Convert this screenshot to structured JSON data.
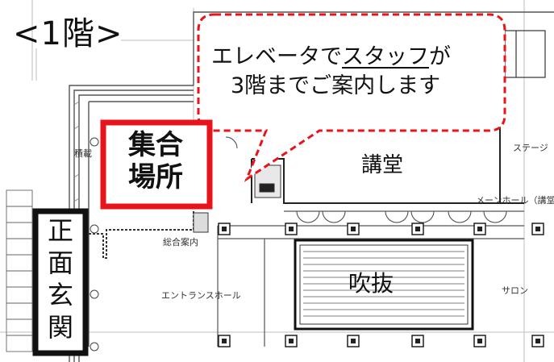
{
  "floor_title": "<1階>",
  "callout": {
    "line1_prefix": "エレベータで",
    "line1_underlined": "スタッフ",
    "line1_suffix": "が",
    "line2": "3階までご案内します"
  },
  "assembly_point": {
    "line1": "集合",
    "line2": "場所"
  },
  "main_entrance": [
    "正",
    "面",
    "玄",
    "関"
  ],
  "rooms": {
    "lecture_hall": "講堂",
    "atrium": "吹抜",
    "entrance_hall": "エントランスホール",
    "salon": "サロン",
    "info_desk": "総合案内",
    "stage": "ステージ",
    "main_hall": "メーンホール（講堂）",
    "shoe_rack": "積載"
  },
  "colors": {
    "assembly_border": "#e8141b",
    "callout_border": "#e8141b",
    "entrance_border": "#111111",
    "wall": "#444444"
  }
}
